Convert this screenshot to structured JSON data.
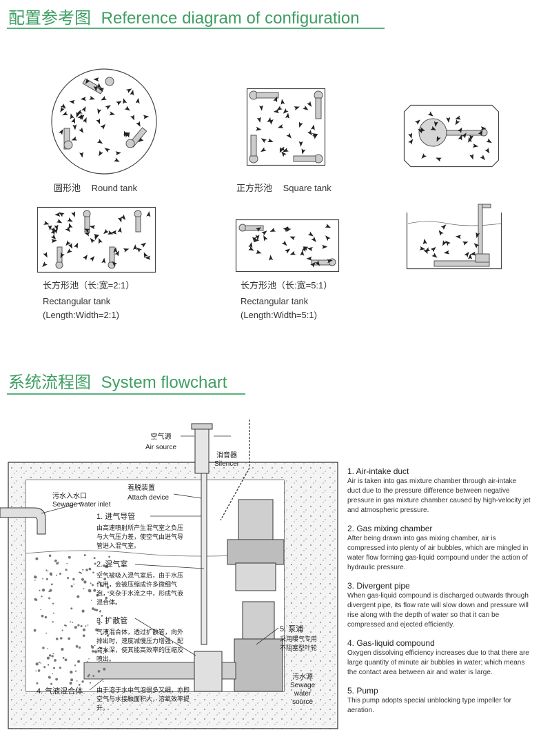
{
  "config_section": {
    "title_cn": "配置参考图",
    "title_en": "Reference diagram of configuration",
    "tanks": [
      {
        "caption_cn": "圆形池",
        "caption_en": "Round tank"
      },
      {
        "caption_cn": "正方形池",
        "caption_en": "Square tank"
      },
      {
        "caption_cn": "长方形池（长:宽=2:1）",
        "caption_en_1": "Rectangular tank",
        "caption_en_2": "(Length:Width=2:1)"
      },
      {
        "caption_cn": "长方形池（长:宽=5:1）",
        "caption_en_1": "Rectangular tank",
        "caption_en_2": "(Length:Width=5:1)"
      }
    ]
  },
  "flow_section": {
    "title_cn": "系统流程图",
    "title_en": "System flowchart",
    "labels": {
      "air_source_cn": "空气源",
      "air_source_en": "Air source",
      "silencer_cn": "消音器",
      "silencer_en": "Silencer",
      "attach_cn": "着脱装置",
      "attach_en": "Attach device",
      "inlet_cn": "污水入水口",
      "inlet_en": "Sewage water inlet",
      "duct_title": "1. 进气导管",
      "duct_text": "由高速喷射所产生混气室之负压与大气压力差，使空气由进气导管进入混气室。",
      "chamber_title": "2. 混气室",
      "chamber_text": "空气被吸入混气室后，由于水压作用，会被压缩成许多微细气泡，夹杂于水流之中，形成气液混合体。",
      "diffuser_title": "3. 扩散管",
      "diffuser_text": "气液混合体，透过扩散管，向外排出时，速度减慢压力增强，配合水深，使其能高效率的压缩及喷出。",
      "mix_title": "4. 气液混合体",
      "mix_text": "由于溶于水中气泡很多又细，亦即空气与水接触面积大，溶氧效率提升。",
      "pump_title": "5. 泵浦",
      "pump_text": "采用曝气专用不阻塞型叶轮",
      "source_cn": "污水源",
      "source_en_1": "Sewage",
      "source_en_2": "water",
      "source_en_3": "source"
    },
    "descriptions": [
      {
        "title": "1. Air-intake duct",
        "text": "Air is taken into gas mixture chamber through air-intake duct due to the pressure difference between negative pressure in gas mixture chamber caused by high-velocity jet and atmospheric pressure."
      },
      {
        "title": "2. Gas mixing chamber",
        "text": "After being drawn into gas mixing chamber, air is compressed into plenty of air bubbles, which are mingled in water flow forming gas-liquid compound under the action of hydraulic pressure."
      },
      {
        "title": "3. Divergent pipe",
        "text": "When gas-liquid compound is discharged outwards through divergent pipe, its flow rate will slow down and pressure will rise along with the depth of water so that it can be compressed and ejected efficiently."
      },
      {
        "title": "4. Gas-liquid compound",
        "text": "Oxygen dissolving efficiency increases due to that there are large quantity of minute air bubbles in water; which means the contact area between air and water is large."
      },
      {
        "title": "5. Pump",
        "text": "This pump adopts special unblocking type impeller for aeration."
      }
    ]
  },
  "colors": {
    "accent": "#3f9e64",
    "rule": "#5bb07e",
    "line": "#444444",
    "fill": "#d6d6d6",
    "wall": "#f2f2f2"
  }
}
